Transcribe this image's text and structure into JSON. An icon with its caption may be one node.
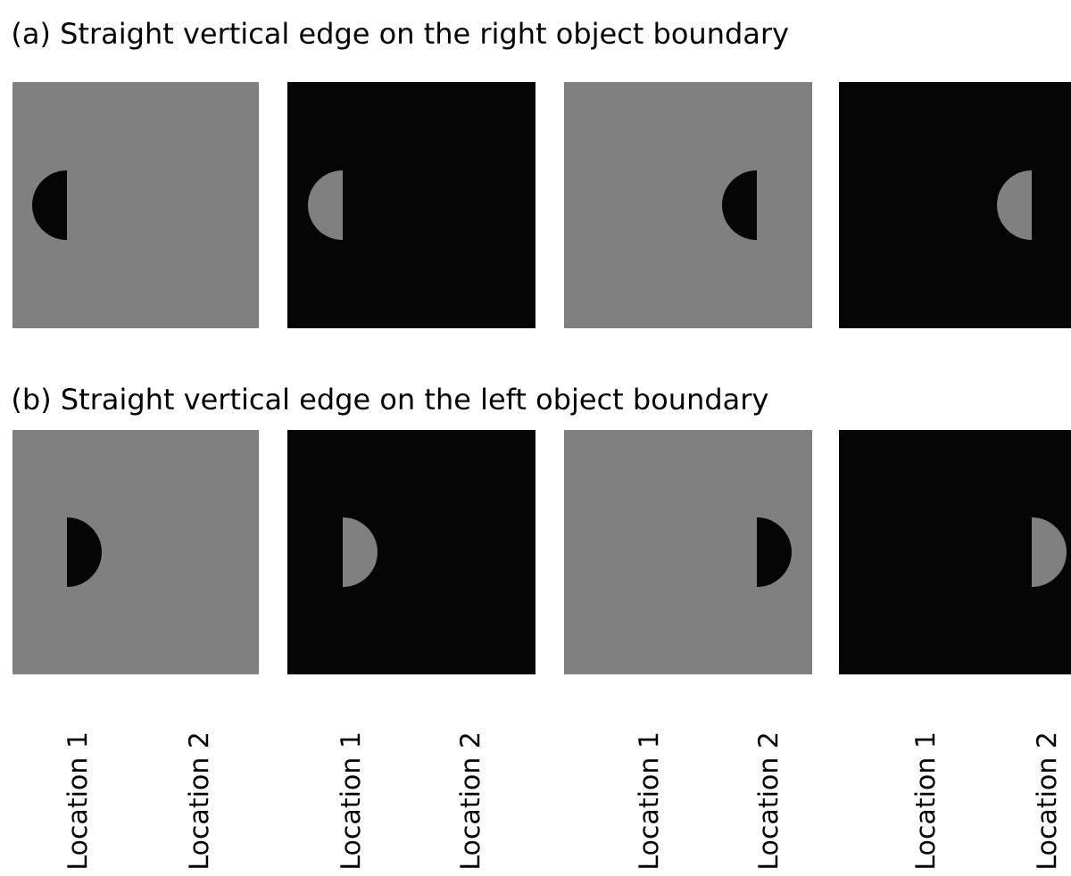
{
  "diagram": {
    "labels": [
      "(a) Straight vertical edge on the right object boundary",
      "(b) Straight vertical edge on the left object boundary",
      "Location 1",
      "Location 2",
      "Location 1",
      "Location 2",
      "Location 1",
      "Location 2",
      "Location 1",
      "Location 2"
    ]
  }
}
